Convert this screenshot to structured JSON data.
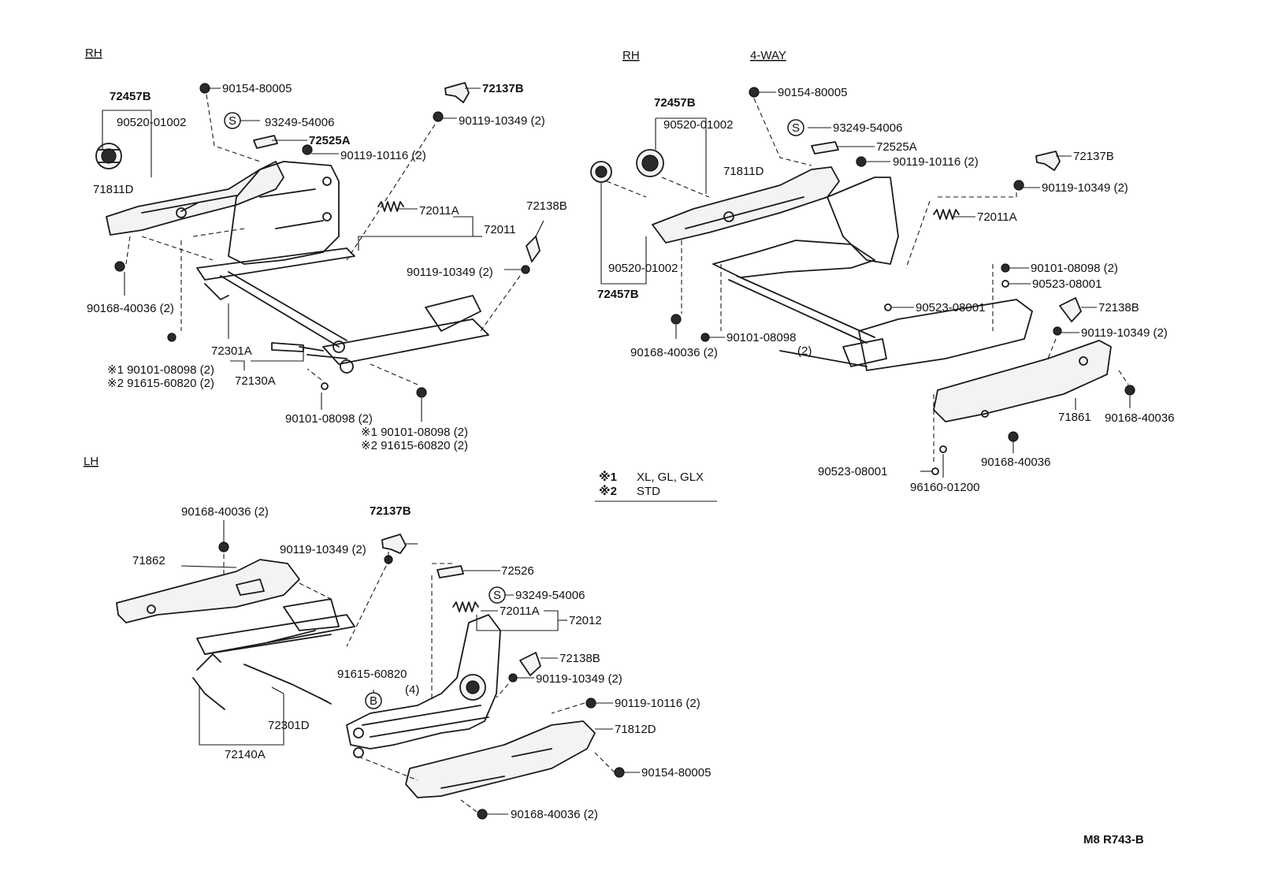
{
  "sections": {
    "rh_top_left": "RH",
    "rh_top_right": "RH",
    "four_way": "4-WAY",
    "lh": "LH"
  },
  "rh_left": {
    "p72457B": "72457B",
    "p90520_01002": "90520-01002",
    "p71811D": "71811D",
    "p90154_80005": "90154-80005",
    "sym_s": "S",
    "p93249_54006": "93249-54006",
    "p72525A": "72525A",
    "p90119_10116": "90119-10116 (2)",
    "p72137B": "72137B",
    "p90119_10349_a": "90119-10349 (2)",
    "p72011A": "72011A",
    "p72011": "72011",
    "p72138B": "72138B",
    "p90119_10349_b": "90119-10349 (2)",
    "p90168_40036": "90168-40036 (2)",
    "p72301A": "72301A",
    "n1_90101": "※1 90101-08098 (2)",
    "n2_91615": "※2 91615-60820 (2)",
    "p72130A": "72130A",
    "p90101_08098": "90101-08098 (2)",
    "n1_90101_b": "※1 90101-08098 (2)",
    "n2_91615_b": "※2 91615-60820 (2)"
  },
  "rh_right": {
    "p72457B_top": "72457B",
    "p90520_01002_top": "90520-01002",
    "p90154_80005": "90154-80005",
    "sym_s": "S",
    "p93249_54006": "93249-54006",
    "p72525A": "72525A",
    "p71811D": "71811D",
    "p90119_10116": "90119-10116 (2)",
    "p72137B": "72137B",
    "p90119_10349": "90119-10349 (2)",
    "p72011A": "72011A",
    "p90520_01002_bot": "90520-01002",
    "p72457B_bot": "72457B",
    "p90101_08098_a": "90101-08098 (2)",
    "p90523_08001_a": "90523-08001",
    "p90523_08001_b": "90523-08001",
    "p72138B": "72138B",
    "p90119_10349_b": "90119-10349 (2)",
    "p90168_40036_a": "90168-40036 (2)",
    "p90101_08098_b": "90101-08098",
    "p90101_08098_b2": "(2)",
    "p71861": "71861",
    "p90168_40036_b": "90168-40036",
    "p90168_40036_c": "90168-40036",
    "p90523_08001_c": "90523-08001",
    "p96160_01200": "96160-01200"
  },
  "legend": {
    "n1": "※1",
    "n1_text": "XL, GL, GLX",
    "n2": "※2",
    "n2_text": "STD"
  },
  "lh": {
    "p90168_40036_top": "90168-40036 (2)",
    "p72137B": "72137B",
    "p90119_10349": "90119-10349 (2)",
    "p71862": "71862",
    "p72526": "72526",
    "sym_s": "S",
    "p93249_54006": "93249-54006",
    "p72011A": "72011A",
    "p72012": "72012",
    "p72138B": "72138B",
    "p91615_60820": "91615-60820",
    "p91615_60820_qty": "(4)",
    "sym_b": "B",
    "p90119_10349_b": "90119-10349 (2)",
    "p90119_10116": "90119-10116 (2)",
    "p72301D": "72301D",
    "p71812D": "71812D",
    "p72140A": "72140A",
    "p90154_80005": "90154-80005",
    "p90168_40036_bot": "90168-40036 (2)"
  },
  "footer_code": "M8 R743-B"
}
